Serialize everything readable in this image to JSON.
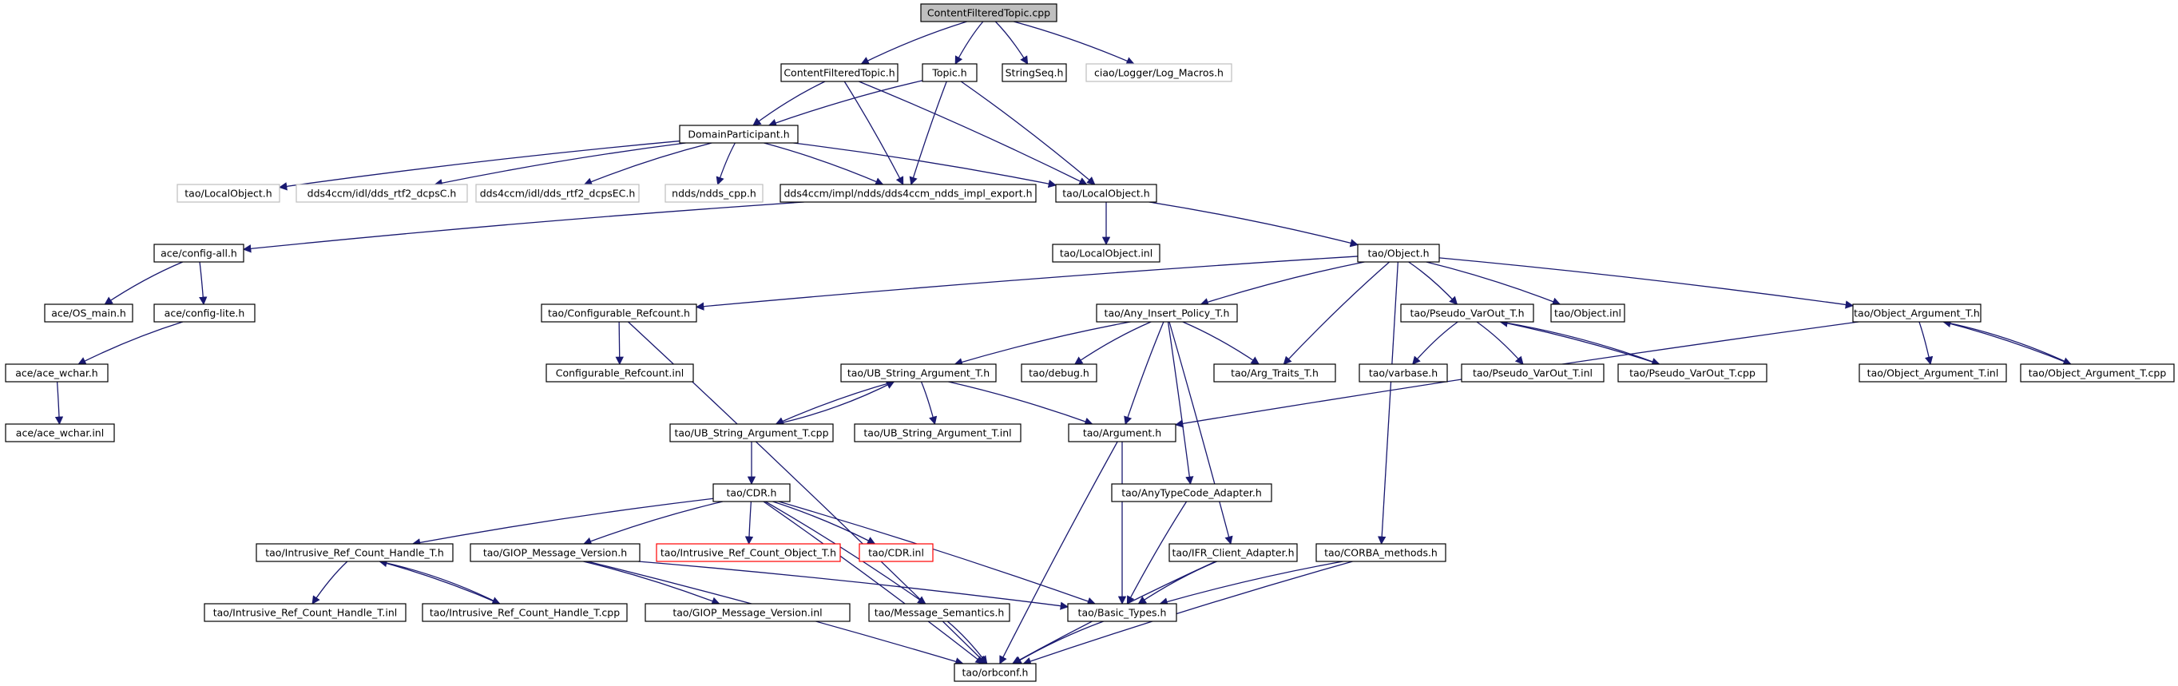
{
  "colors": {
    "edge": "#191970",
    "border_default": "#000000",
    "border_gray": "#bfbfbf",
    "border_red": "#ff0000",
    "root_fill": "#bfbfbf",
    "text": "#000000",
    "text_red": "#000000"
  },
  "nodes": [
    {
      "id": "n0",
      "label": "ContentFilteredTopic.cpp",
      "style": "root"
    },
    {
      "id": "n1",
      "label": "ContentFilteredTopic.h",
      "style": "default"
    },
    {
      "id": "n2",
      "label": "Topic.h",
      "style": "default"
    },
    {
      "id": "n3",
      "label": "StringSeq.h",
      "style": "default"
    },
    {
      "id": "n4",
      "label": "ciao/Logger/Log_Macros.h",
      "style": "gray"
    },
    {
      "id": "n5",
      "label": "DomainParticipant.h",
      "style": "default"
    },
    {
      "id": "n6",
      "label": "tao/LocalObject.h",
      "style": "gray"
    },
    {
      "id": "n7",
      "label": "dds4ccm/idl/dds_rtf2_dcpsC.h",
      "style": "gray"
    },
    {
      "id": "n8",
      "label": "dds4ccm/idl/dds_rtf2_dcpsEC.h",
      "style": "gray"
    },
    {
      "id": "n9",
      "label": "ndds/ndds_cpp.h",
      "style": "gray"
    },
    {
      "id": "n10",
      "label": "dds4ccm/impl/ndds/dds4ccm_ndds_impl_export.h",
      "style": "default"
    },
    {
      "id": "n11",
      "label": "tao/LocalObject.h",
      "style": "default"
    },
    {
      "id": "n12",
      "label": "ace/config-all.h",
      "style": "default"
    },
    {
      "id": "n13",
      "label": "tao/LocalObject.inl",
      "style": "default"
    },
    {
      "id": "n14",
      "label": "tao/Object.h",
      "style": "default"
    },
    {
      "id": "n15",
      "label": "ace/OS_main.h",
      "style": "default"
    },
    {
      "id": "n16",
      "label": "ace/config-lite.h",
      "style": "default"
    },
    {
      "id": "n17",
      "label": "tao/Configurable_Refcount.h",
      "style": "default"
    },
    {
      "id": "n18",
      "label": "tao/Any_Insert_Policy_T.h",
      "style": "default"
    },
    {
      "id": "n19",
      "label": "tao/Pseudo_VarOut_T.h",
      "style": "default"
    },
    {
      "id": "n20",
      "label": "tao/Object.inl",
      "style": "default"
    },
    {
      "id": "n21",
      "label": "tao/Object_Argument_T.h",
      "style": "default"
    },
    {
      "id": "n22",
      "label": "ace/ace_wchar.h",
      "style": "default"
    },
    {
      "id": "n23",
      "label": "Configurable_Refcount.inl",
      "style": "default"
    },
    {
      "id": "n24",
      "label": "tao/UB_String_Argument_T.h",
      "style": "default"
    },
    {
      "id": "n25",
      "label": "tao/debug.h",
      "style": "default"
    },
    {
      "id": "n26",
      "label": "tao/Arg_Traits_T.h",
      "style": "default"
    },
    {
      "id": "n27",
      "label": "tao/varbase.h",
      "style": "default"
    },
    {
      "id": "n28",
      "label": "tao/Pseudo_VarOut_T.inl",
      "style": "default"
    },
    {
      "id": "n29",
      "label": "tao/Pseudo_VarOut_T.cpp",
      "style": "default"
    },
    {
      "id": "n30",
      "label": "tao/Object_Argument_T.inl",
      "style": "default"
    },
    {
      "id": "n31",
      "label": "tao/Object_Argument_T.cpp",
      "style": "default"
    },
    {
      "id": "n32",
      "label": "ace/ace_wchar.inl",
      "style": "default"
    },
    {
      "id": "n33",
      "label": "tao/UB_String_Argument_T.cpp",
      "style": "default"
    },
    {
      "id": "n34",
      "label": "tao/UB_String_Argument_T.inl",
      "style": "default"
    },
    {
      "id": "n35",
      "label": "tao/Argument.h",
      "style": "default"
    },
    {
      "id": "n36",
      "label": "tao/CDR.h",
      "style": "default"
    },
    {
      "id": "n37",
      "label": "tao/AnyTypeCode_Adapter.h",
      "style": "default"
    },
    {
      "id": "n38",
      "label": "tao/Intrusive_Ref_Count_Handle_T.h",
      "style": "default"
    },
    {
      "id": "n39",
      "label": "tao/GIOP_Message_Version.h",
      "style": "default"
    },
    {
      "id": "n40",
      "label": "tao/Intrusive_Ref_Count_Object_T.h",
      "style": "red"
    },
    {
      "id": "n41",
      "label": "tao/CDR.inl",
      "style": "red"
    },
    {
      "id": "n42",
      "label": "tao/IFR_Client_Adapter.h",
      "style": "default"
    },
    {
      "id": "n43",
      "label": "tao/CORBA_methods.h",
      "style": "default"
    },
    {
      "id": "n44",
      "label": "tao/Intrusive_Ref_Count_Handle_T.inl",
      "style": "default"
    },
    {
      "id": "n45",
      "label": "tao/Intrusive_Ref_Count_Handle_T.cpp",
      "style": "default"
    },
    {
      "id": "n46",
      "label": "tao/GIOP_Message_Version.inl",
      "style": "default"
    },
    {
      "id": "n47",
      "label": "tao/Message_Semantics.h",
      "style": "default"
    },
    {
      "id": "n48",
      "label": "tao/Basic_Types.h",
      "style": "default"
    },
    {
      "id": "n49",
      "label": "tao/orbconf.h",
      "style": "default"
    }
  ],
  "edges": [
    [
      "n0",
      "n1"
    ],
    [
      "n0",
      "n2"
    ],
    [
      "n0",
      "n3"
    ],
    [
      "n0",
      "n4"
    ],
    [
      "n1",
      "n5"
    ],
    [
      "n1",
      "n10"
    ],
    [
      "n1",
      "n11"
    ],
    [
      "n2",
      "n5"
    ],
    [
      "n2",
      "n10"
    ],
    [
      "n2",
      "n11"
    ],
    [
      "n5",
      "n6"
    ],
    [
      "n5",
      "n7"
    ],
    [
      "n5",
      "n8"
    ],
    [
      "n5",
      "n9"
    ],
    [
      "n5",
      "n10"
    ],
    [
      "n5",
      "n11"
    ],
    [
      "n10",
      "n12"
    ],
    [
      "n11",
      "n13"
    ],
    [
      "n11",
      "n14"
    ],
    [
      "n12",
      "n15"
    ],
    [
      "n12",
      "n16"
    ],
    [
      "n16",
      "n22"
    ],
    [
      "n22",
      "n32"
    ],
    [
      "n14",
      "n17"
    ],
    [
      "n14",
      "n18"
    ],
    [
      "n14",
      "n26"
    ],
    [
      "n14",
      "n19"
    ],
    [
      "n14",
      "n20"
    ],
    [
      "n14",
      "n21"
    ],
    [
      "n14",
      "n43"
    ],
    [
      "n17",
      "n23"
    ],
    [
      "n17",
      "n49"
    ],
    [
      "n18",
      "n24"
    ],
    [
      "n18",
      "n25"
    ],
    [
      "n18",
      "n26"
    ],
    [
      "n18",
      "n35"
    ],
    [
      "n18",
      "n37"
    ],
    [
      "n18",
      "n42"
    ],
    [
      "n19",
      "n27"
    ],
    [
      "n19",
      "n28"
    ],
    [
      "n19",
      "n29"
    ],
    [
      "n29",
      "n19"
    ],
    [
      "n21",
      "n30"
    ],
    [
      "n21",
      "n31"
    ],
    [
      "n31",
      "n21"
    ],
    [
      "n21",
      "n35"
    ],
    [
      "n24",
      "n33"
    ],
    [
      "n33",
      "n24"
    ],
    [
      "n24",
      "n34"
    ],
    [
      "n24",
      "n35"
    ],
    [
      "n33",
      "n36"
    ],
    [
      "n35",
      "n48"
    ],
    [
      "n35",
      "n49"
    ],
    [
      "n36",
      "n38"
    ],
    [
      "n36",
      "n39"
    ],
    [
      "n36",
      "n40"
    ],
    [
      "n36",
      "n41"
    ],
    [
      "n36",
      "n47"
    ],
    [
      "n36",
      "n48"
    ],
    [
      "n36",
      "n49"
    ],
    [
      "n37",
      "n48"
    ],
    [
      "n38",
      "n44"
    ],
    [
      "n38",
      "n45"
    ],
    [
      "n45",
      "n38"
    ],
    [
      "n39",
      "n46"
    ],
    [
      "n39",
      "n48"
    ],
    [
      "n39",
      "n49"
    ],
    [
      "n42",
      "n48"
    ],
    [
      "n42",
      "n49"
    ],
    [
      "n43",
      "n48"
    ],
    [
      "n43",
      "n49"
    ],
    [
      "n47",
      "n49"
    ],
    [
      "n48",
      "n49"
    ]
  ]
}
